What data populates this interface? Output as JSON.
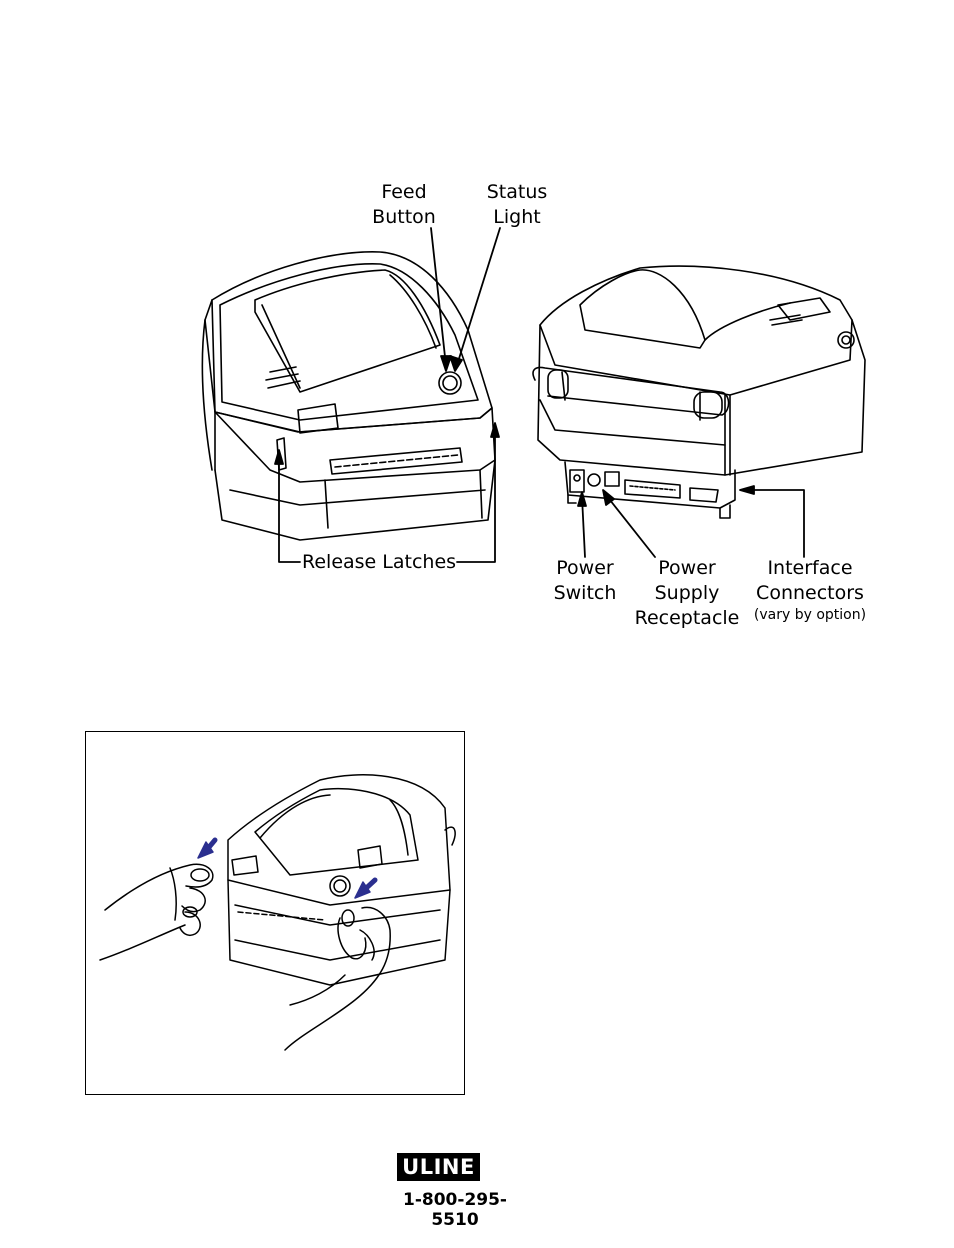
{
  "labels": {
    "feed_button": [
      "Feed",
      "Button"
    ],
    "status_light": [
      "Status",
      "Light"
    ],
    "release_latches": "Release Latches",
    "power_switch": [
      "Power",
      "Switch"
    ],
    "power_supply_receptacle": [
      "Power",
      "Supply",
      "Receptacle"
    ],
    "interface_connectors": [
      "Interface",
      "Connectors"
    ],
    "interface_note": "(vary by option)"
  },
  "footer": {
    "logo": "ULINE",
    "phone": "1-800-295-5510"
  },
  "colors": {
    "arrow_accent": "#2b2f8f"
  }
}
